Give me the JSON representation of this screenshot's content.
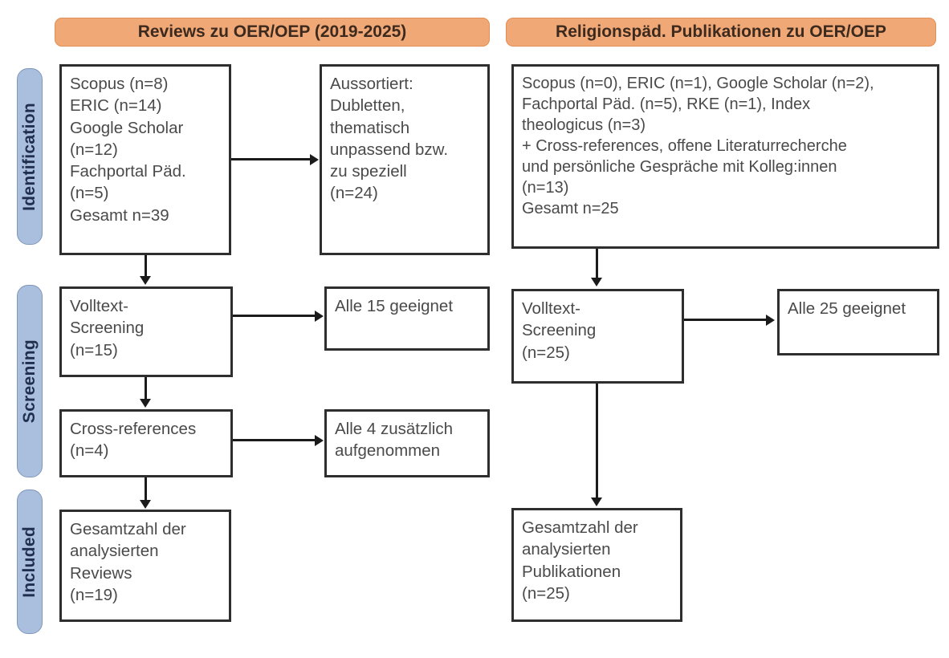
{
  "diagram": {
    "type": "prisma-flow",
    "title_left": "Reviews zu OER/OEP (2019-2025)",
    "title_right": "Religionspäd. Publikationen zu OER/OEP"
  },
  "colors": {
    "header_fill": "#f0a877",
    "header_border": "#e08f55",
    "stage_fill": "#aabfdd",
    "stage_border": "#7e96bb",
    "box_border": "#2e2e2e",
    "text": "#4a4a4a",
    "connector": "#1b1b1b"
  },
  "stages": [
    {
      "id": "identification",
      "label": "Identification"
    },
    {
      "id": "screening",
      "label": "Screening"
    },
    {
      "id": "included",
      "label": "Included"
    }
  ],
  "columns": {
    "left": {
      "header": "Reviews zu OER/OEP (2019-2025)",
      "boxes": {
        "sources": "Scopus (n=8)\nERIC (n=14)\nGoogle Scholar\n(n=12)\nFachportal Päd.\n(n=5)\nGesamt n=39",
        "excluded": "Aussortiert:\nDubletten,\nthematisch\nunpassend bzw.\nzu speziell\n(n=24)",
        "fulltext": "Volltext-\nScreening\n(n=15)",
        "fulltext_result": "Alle 15 geeignet",
        "crossrefs": "Cross-references\n(n=4)",
        "crossrefs_result": "Alle 4 zusätzlich\naufgenommen",
        "included_total": "Gesamtzahl der\nanalysierten\nReviews\n(n=19)"
      }
    },
    "right": {
      "header": "Religionspäd. Publikationen zu OER/OEP",
      "boxes": {
        "sources": "Scopus (n=0), ERIC (n=1), Google Scholar (n=2),\nFachportal Päd. (n=5), RKE (n=1), Index\ntheologicus (n=3)\n+ Cross-references, offene Literaturrecherche\nund persönliche Gespräche mit Kolleg:innen\n(n=13)\nGesamt n=25",
        "fulltext": "Volltext-\nScreening\n(n=25)",
        "fulltext_result": "Alle 25 geeignet",
        "included_total": "Gesamtzahl der\nanalysierten\nPublikationen\n(n=25)"
      }
    }
  },
  "counts": {
    "left_scopus": 8,
    "left_eric": 14,
    "left_google_scholar": 12,
    "left_fachportal": 5,
    "left_total_identified": 39,
    "left_excluded": 24,
    "left_fulltext_screened": 15,
    "left_fulltext_eligible": 15,
    "left_crossrefs": 4,
    "left_crossrefs_added": 4,
    "left_included": 19,
    "right_scopus": 0,
    "right_eric": 1,
    "right_google_scholar": 2,
    "right_fachportal": 5,
    "right_rke": 1,
    "right_index_theologicus": 3,
    "right_other_sources": 13,
    "right_total_identified": 25,
    "right_fulltext_screened": 25,
    "right_fulltext_eligible": 25,
    "right_included": 25
  }
}
